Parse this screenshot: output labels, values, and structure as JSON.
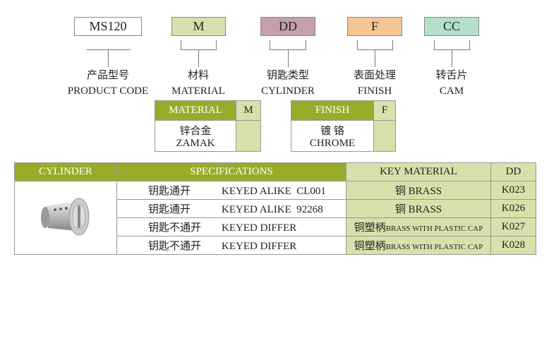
{
  "codes": [
    {
      "code": "MS120",
      "color": "#ffffff",
      "cn": "产品型号",
      "en": "PRODUCT CODE"
    },
    {
      "code": "M",
      "color": "#d9e0ab",
      "cn": "材料",
      "en": "MATERIAL"
    },
    {
      "code": "DD",
      "color": "#c4a0ad",
      "cn": "钥匙类型",
      "en": "CYLINDER"
    },
    {
      "code": "F",
      "color": "#f6c596",
      "cn": "表面处理",
      "en": "FINISH"
    },
    {
      "code": "CC",
      "color": "#b4dfc8",
      "cn": "转舌片",
      "en": "CAM"
    }
  ],
  "material": {
    "header": "MATERIAL",
    "code": "M",
    "cn": "锌合金",
    "en": "ZAMAK"
  },
  "finish": {
    "header": "FINISH",
    "code": "F",
    "cn": "镀 铬",
    "en": "CHROME"
  },
  "cylinder_table": {
    "headers": [
      "CYLINDER",
      "SPECIFICATIONS",
      "KEY MATERIAL",
      "DD"
    ],
    "rows": [
      {
        "cn": "钥匙通开",
        "spec": "KEYED ALIKE  CL001",
        "mat_cn": "铜",
        "mat": "BRASS",
        "dd": "K023"
      },
      {
        "cn": "钥匙通开",
        "spec": "KEYED ALIKE  92268",
        "mat_cn": "铜",
        "mat": "BRASS",
        "dd": "K026"
      },
      {
        "cn": "钥匙不通开",
        "spec": "KEYED DIFFER",
        "mat_cn": "铜塑柄",
        "mat": "BRASS WITH PLASTIC CAP",
        "dd": "K027"
      },
      {
        "cn": "钥匙不通开",
        "spec": "KEYED DIFFER",
        "mat_cn": "铜塑柄",
        "mat": "BRASS WITH PLASTIC CAP",
        "dd": "K028"
      }
    ]
  }
}
